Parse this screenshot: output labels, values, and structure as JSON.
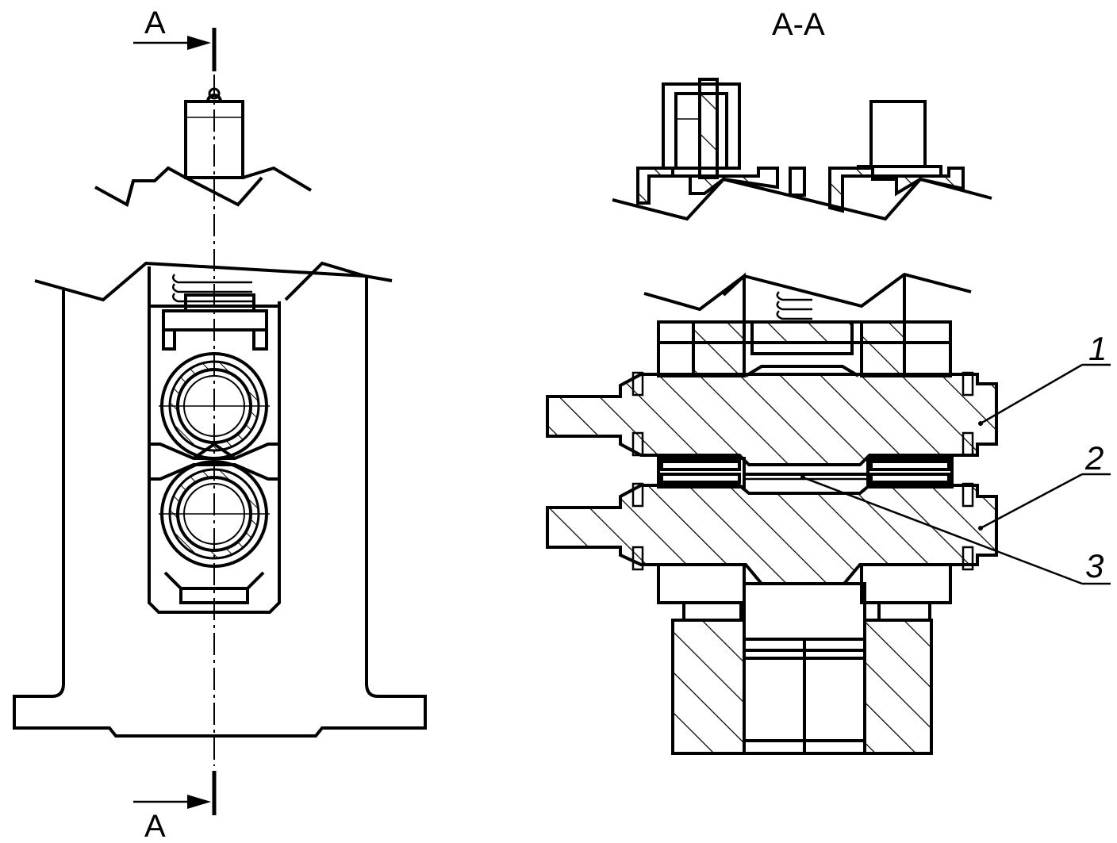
{
  "section_marker_top": "A",
  "section_marker_bottom": "A",
  "section_view_title": "A-A",
  "callouts": [
    {
      "label": "1"
    },
    {
      "label": "2"
    },
    {
      "label": "3"
    }
  ]
}
